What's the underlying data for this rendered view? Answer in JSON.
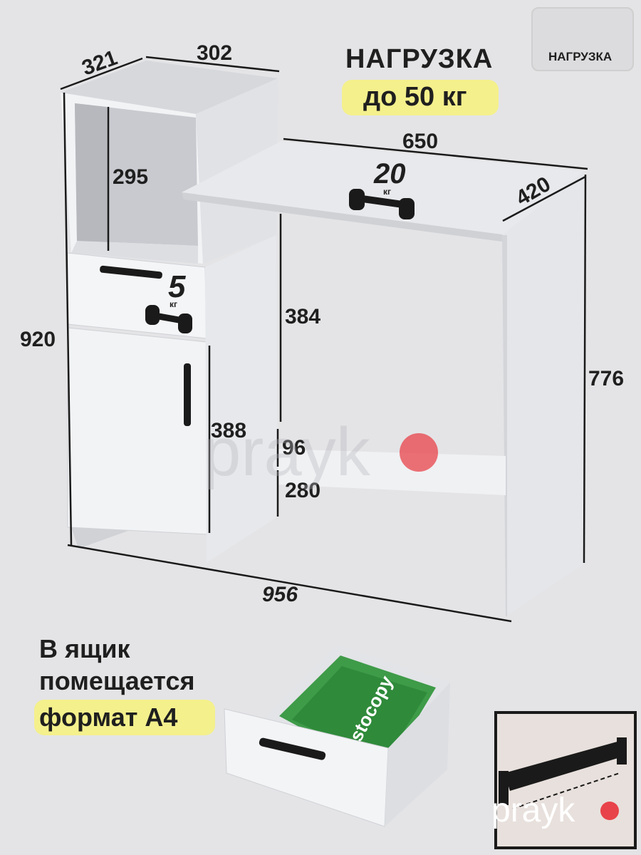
{
  "load_title": "НАГРУЗКА",
  "load_value": "до 50 кг",
  "badge_label": "НАГРУЗКА",
  "dimensions": {
    "cabinet_depth": "321",
    "cabinet_width": "302",
    "niche_height": "295",
    "total_height": "920",
    "tabletop_width": "650",
    "tabletop_depth": "420",
    "desk_height": "776",
    "knee_height": "384",
    "door_height": "388",
    "rail_height": "96",
    "bottom_height": "280",
    "total_width": "956"
  },
  "weights": {
    "tabletop_load": "20",
    "tabletop_unit": "кг",
    "drawer_load": "5",
    "drawer_unit": "кг"
  },
  "drawer_caption": {
    "line1": "В ящик",
    "line2": "помещается",
    "line3": "формат А4"
  },
  "watermark": "prayk",
  "colors": {
    "background": "#e4e4e6",
    "furniture": "#f2f3f5",
    "highlight": "#f4f08c",
    "accent_dot": "#e8434a",
    "folder_green": "#2f8a3a"
  }
}
